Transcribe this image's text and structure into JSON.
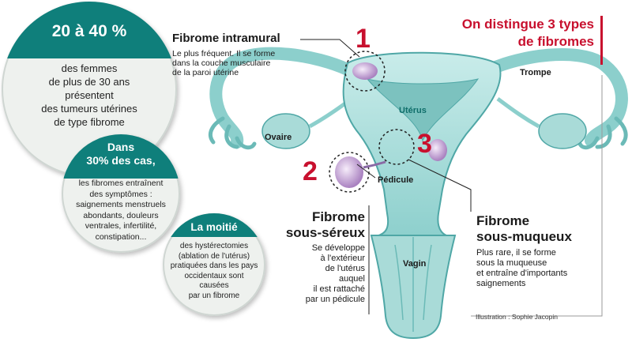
{
  "stats": {
    "s1": {
      "header": "20 à 40 %",
      "lines": [
        "des femmes",
        "de plus de 30 ans",
        "présentent",
        "des tumeurs utérines",
        "de type fibrome"
      ]
    },
    "s2": {
      "header_lines": [
        "Dans",
        "30% des cas,"
      ],
      "lines": [
        "les fibromes entraînent",
        "des symptômes :",
        "saignements menstruels",
        "abondants, douleurs",
        "ventrales, infertilité,",
        "constipation..."
      ]
    },
    "s3": {
      "header": "La moitié",
      "lines": [
        "des hystérectomies",
        "(ablation de l'utérus)",
        "pratiquées dans les pays",
        "occidentaux sont causées",
        "par un fibrome"
      ]
    }
  },
  "title_lines": [
    "On distingue 3 types",
    "de fibromes"
  ],
  "fibroids": {
    "intramural": {
      "number": "1",
      "name": "Fibrome intramural",
      "desc_lines": [
        "Le plus fréquent. Il se forme",
        "dans la couche musculaire",
        "de la paroi utérine"
      ]
    },
    "sous_sereux": {
      "number": "2",
      "name_lines": [
        "Fibrome",
        "sous-séreux"
      ],
      "desc_lines": [
        "Se développe",
        "à l'extérieur",
        "de l'utérus",
        "auquel",
        "il est rattaché",
        "par un pédicule"
      ]
    },
    "sous_muqueux": {
      "number": "3",
      "name_lines": [
        "Fibrome",
        "sous-muqueux"
      ],
      "desc_lines": [
        "Plus rare, il se forme",
        "sous la muqueuse",
        "et entraîne d'importants",
        "saignements"
      ]
    }
  },
  "labels": {
    "trompe": "Trompe",
    "uterus": "Utérus",
    "ovaire": "Ovaire",
    "pedicule": "Pédicule",
    "vagin": "Vagin"
  },
  "credit": "Illustration : Sophie Jacopin",
  "colors": {
    "teal": "#0f7f7b",
    "red": "#c8102e",
    "organ": "#9fd6d3",
    "organ_dark": "#4fa7a6",
    "fibroid": "#c9a8d8"
  }
}
